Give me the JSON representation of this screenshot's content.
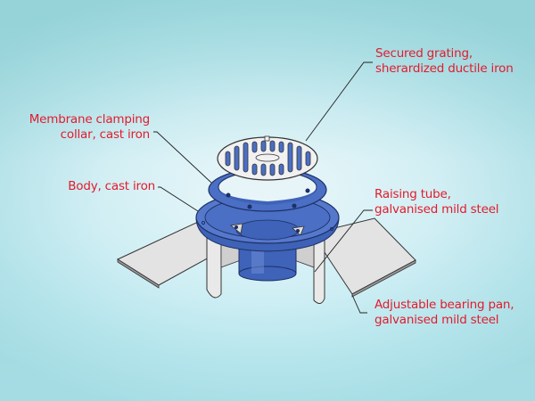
{
  "title": "Roof drain exploded component diagram",
  "colors": {
    "label_text": "#e31b2c",
    "leader_line": "#222222",
    "cast_iron_blue": "#4a6fc4",
    "steel_grey": "#e4e4e4",
    "grating_white": "#f1f1f1",
    "background": "#c9ecf1"
  },
  "labels": [
    {
      "id": "grating",
      "lines": [
        "Secured grating,",
        "sherardized ductile iron"
      ],
      "align": "left"
    },
    {
      "id": "collar",
      "lines": [
        "Membrane clamping",
        "collar, cast iron"
      ],
      "align": "right"
    },
    {
      "id": "body",
      "lines": [
        "Body, cast iron"
      ],
      "align": "right"
    },
    {
      "id": "tube",
      "lines": [
        "Raising tube,",
        "galvanised mild steel"
      ],
      "align": "left"
    },
    {
      "id": "pan",
      "lines": [
        "Adjustable bearing pan,",
        "galvanised mild steel"
      ],
      "align": "left"
    }
  ]
}
